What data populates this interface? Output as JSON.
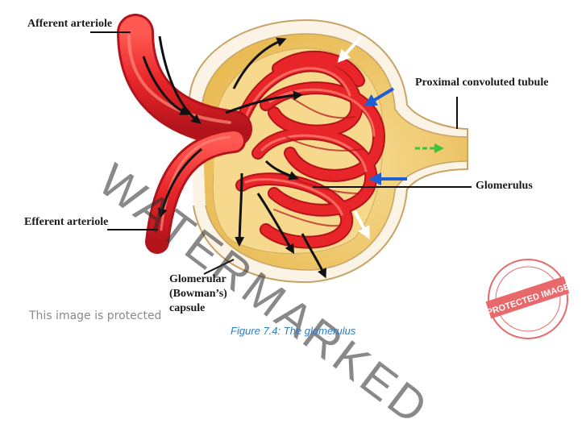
{
  "labels": {
    "afferent": "Afferent arteriole",
    "proximal": "Proximal convoluted tubule",
    "glomerulus": "Glomerulus",
    "efferent": "Efferent arteriole",
    "capsule_line1": "Glomerular",
    "capsule_line2": "(Bowman’s)",
    "capsule_line3": "capsule"
  },
  "caption": "Figure 7.4: The glomerulus",
  "watermark": "WATERMARKED",
  "protected_notice": "This image is protected",
  "stamp": {
    "text": "PROTECTED IMAGE"
  },
  "colors": {
    "vessel": "#e8262a",
    "vessel_dark": "#b3141c",
    "capsule_fill": "#f2c66a",
    "capsule_outline": "#c9a266",
    "arrow_black": "#111111",
    "arrow_blue": "#1f5fd6",
    "arrow_green": "#3ac43a",
    "arrow_white": "#ffffff",
    "caption": "#2f7dc4",
    "stamp": "#e8686b"
  }
}
